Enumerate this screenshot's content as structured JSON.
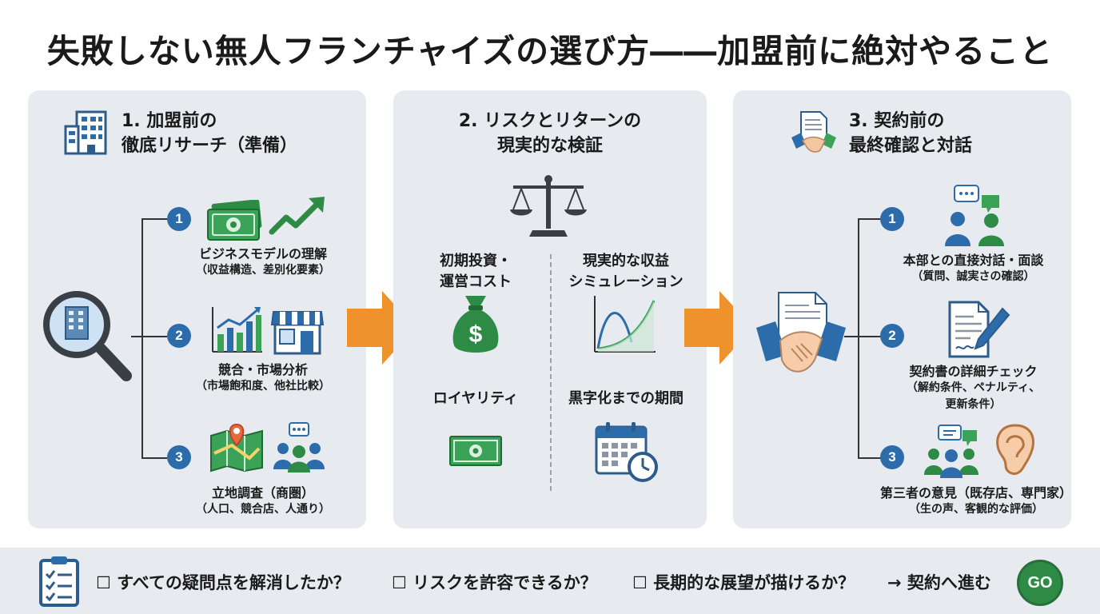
{
  "title": "失敗しない無人フランチャイズの選び方――加盟前に絶対やること",
  "panels": {
    "research": {
      "title_line1": "1. 加盟前の",
      "title_line2": "徹底リサーチ（準備）",
      "items": [
        {
          "num": "1",
          "main": "ビジネスモデルの理解",
          "sub": "（収益構造、差別化要素）"
        },
        {
          "num": "2",
          "main": "競合・市場分析",
          "sub": "（市場飽和度、他社比較）"
        },
        {
          "num": "3",
          "main": "立地調査（商圏）",
          "sub": "（人口、競合店、人通り）"
        }
      ]
    },
    "risk": {
      "title_line1": "2. リスクとリターンの",
      "title_line2": "現実的な検証",
      "items": [
        {
          "line1": "初期投資・",
          "line2": "運営コスト"
        },
        {
          "line1": "現実的な収益",
          "line2": "シミュレーション"
        },
        {
          "line1": "ロイヤリティ",
          "line2": ""
        },
        {
          "line1": "黒字化までの期間",
          "line2": ""
        }
      ]
    },
    "contract": {
      "title_line1": "3. 契約前の",
      "title_line2": "最終確認と対話",
      "items": [
        {
          "num": "1",
          "main": "本部との直接対話・面談",
          "sub": "（質問、誠実さの確認）",
          "sub2": ""
        },
        {
          "num": "2",
          "main": "契約書の詳細チェック",
          "sub": "（解約条件、ペナルティ、",
          "sub2": "更新条件）"
        },
        {
          "num": "3",
          "main": "第三者の意見（既存店、専門家）",
          "sub": "（生の声、客観的な評価）",
          "sub2": ""
        }
      ]
    }
  },
  "checklist": {
    "q1": "☐ すべての疑問点を解消したか？",
    "q2": "☐ リスクを許容できるか？",
    "q3": "☐ 長期的な展望が描けるか？",
    "action": "→ 契約へ進む",
    "go": "GO"
  },
  "icons": {
    "building": "building-icon",
    "magnifier": "magnifier-building-icon",
    "money": "money-bill-icon",
    "growth": "growth-arrow-icon",
    "barchart": "bar-chart-icon",
    "store": "store-icon",
    "map": "map-pin-icon",
    "people": "people-chat-icon",
    "scale": "balance-scale-icon",
    "moneybag": "money-bag-icon",
    "curve": "distribution-chart-icon",
    "bill": "bill-icon",
    "calendar": "calendar-clock-icon",
    "docshake": "document-handshake-icon",
    "handshake": "handshake-icon",
    "dialog": "dialog-people-icon",
    "contract": "contract-pen-icon",
    "ear": "ear-icon",
    "clipboard": "clipboard-checklist-icon"
  },
  "colors": {
    "accent_blue": "#2d6cab",
    "green": "#2e8b45",
    "orange": "#f0922b",
    "panel_bg": "#e7ebef"
  }
}
